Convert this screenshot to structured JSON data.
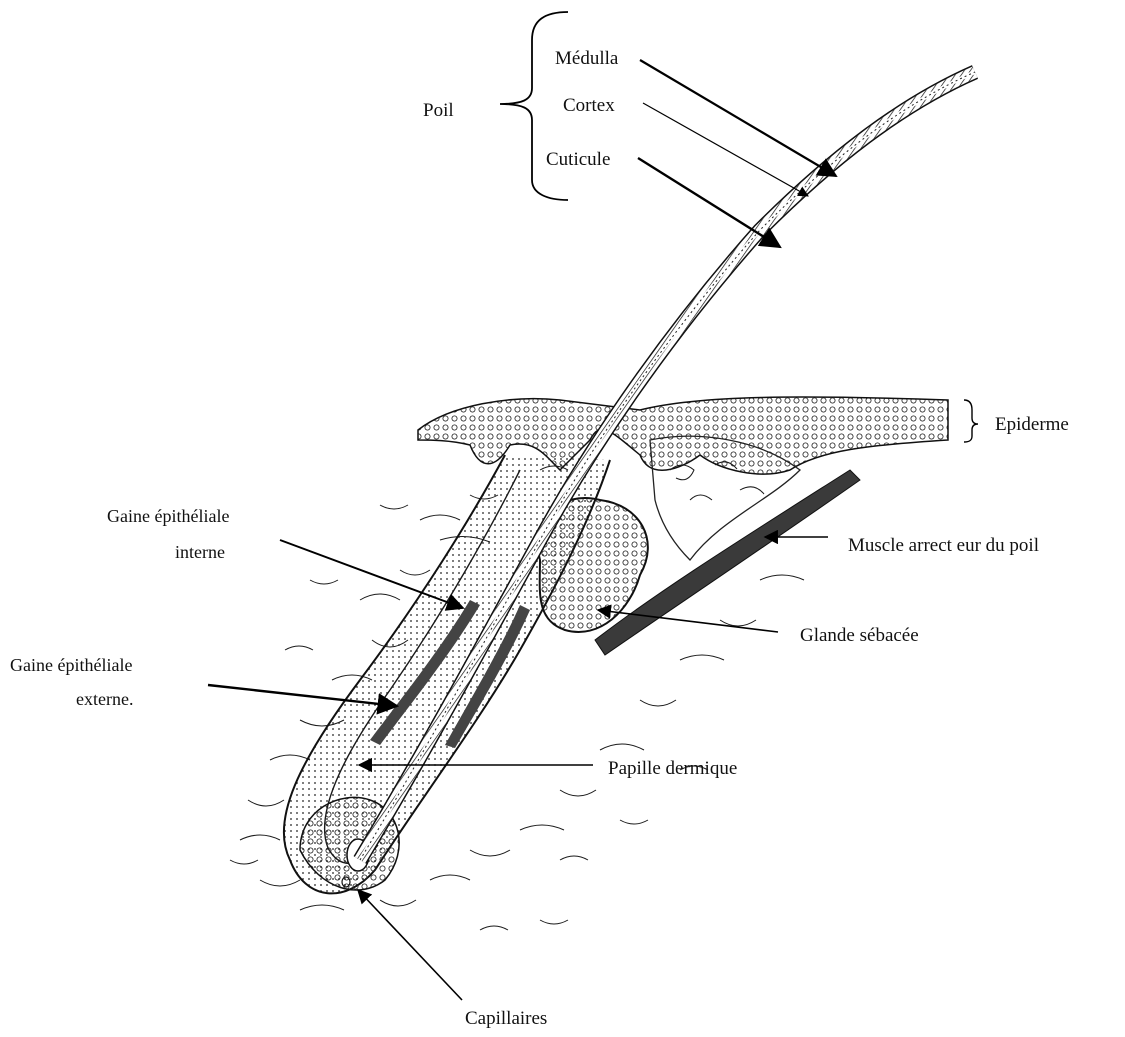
{
  "diagram": {
    "labels": {
      "poil": "Poil",
      "medulla": "Médulla",
      "cortex": "Cortex",
      "cuticule": "Cuticule",
      "epiderme": "Epiderme",
      "gaine_interne_1": "Gaine épithéliale",
      "gaine_interne_2": "interne",
      "muscle": "Muscle  arrect eur du poil",
      "glande": "Glande sébacée",
      "gaine_externe_1": "Gaine épithéliale",
      "gaine_externe_2": "externe.",
      "papille": "Papille dermique",
      "capillaires": "Capillaires"
    }
  }
}
